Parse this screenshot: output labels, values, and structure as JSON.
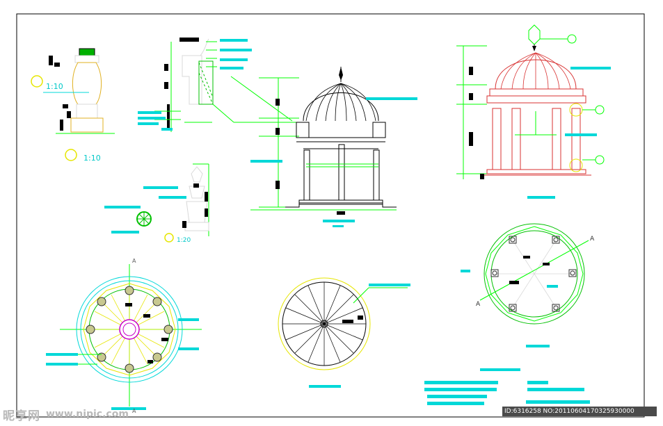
{
  "drawing": {
    "scale_labels": {
      "baluster_top": "1:10",
      "baluster_bottom": "1:10",
      "finial": "1:20",
      "elev_left_a": "A",
      "elev_left_b": "A",
      "plan_right_a": "A",
      "plan_right_b": "A"
    },
    "colors": {
      "background": "#ffffff",
      "frame": "#000000",
      "green_line": "#00ff00",
      "cyan_text": "#00d8d8",
      "red_line": "#d83030",
      "yellow_line": "#e6e600",
      "magenta_line": "#c800c8",
      "white_line": "#9a9a9a"
    }
  },
  "watermark": {
    "brand": "昵享网",
    "url": "www.nipic.com",
    "id_text": "ID:6316258 NO:20110604170325930000"
  }
}
